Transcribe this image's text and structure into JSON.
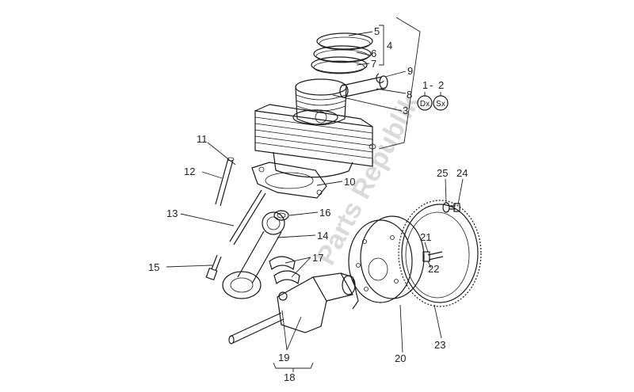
{
  "diagram": {
    "callouts": {
      "c1": "1",
      "c2": "2",
      "c3": "3",
      "c4": "4",
      "c5": "5",
      "c6": "6",
      "c7": "7",
      "c8": "8",
      "c9": "9",
      "c10": "10",
      "c11": "11",
      "c12": "12",
      "c13": "13",
      "c14": "14",
      "c15": "15",
      "c16": "16",
      "c17": "17",
      "c18": "18",
      "c19": "19",
      "c20": "20",
      "c21": "21",
      "c22": "22",
      "c23": "23",
      "c24": "24",
      "c25": "25"
    },
    "side_badges": {
      "right": "Dx",
      "left": "Sx"
    },
    "watermark": "Parts Republik"
  }
}
